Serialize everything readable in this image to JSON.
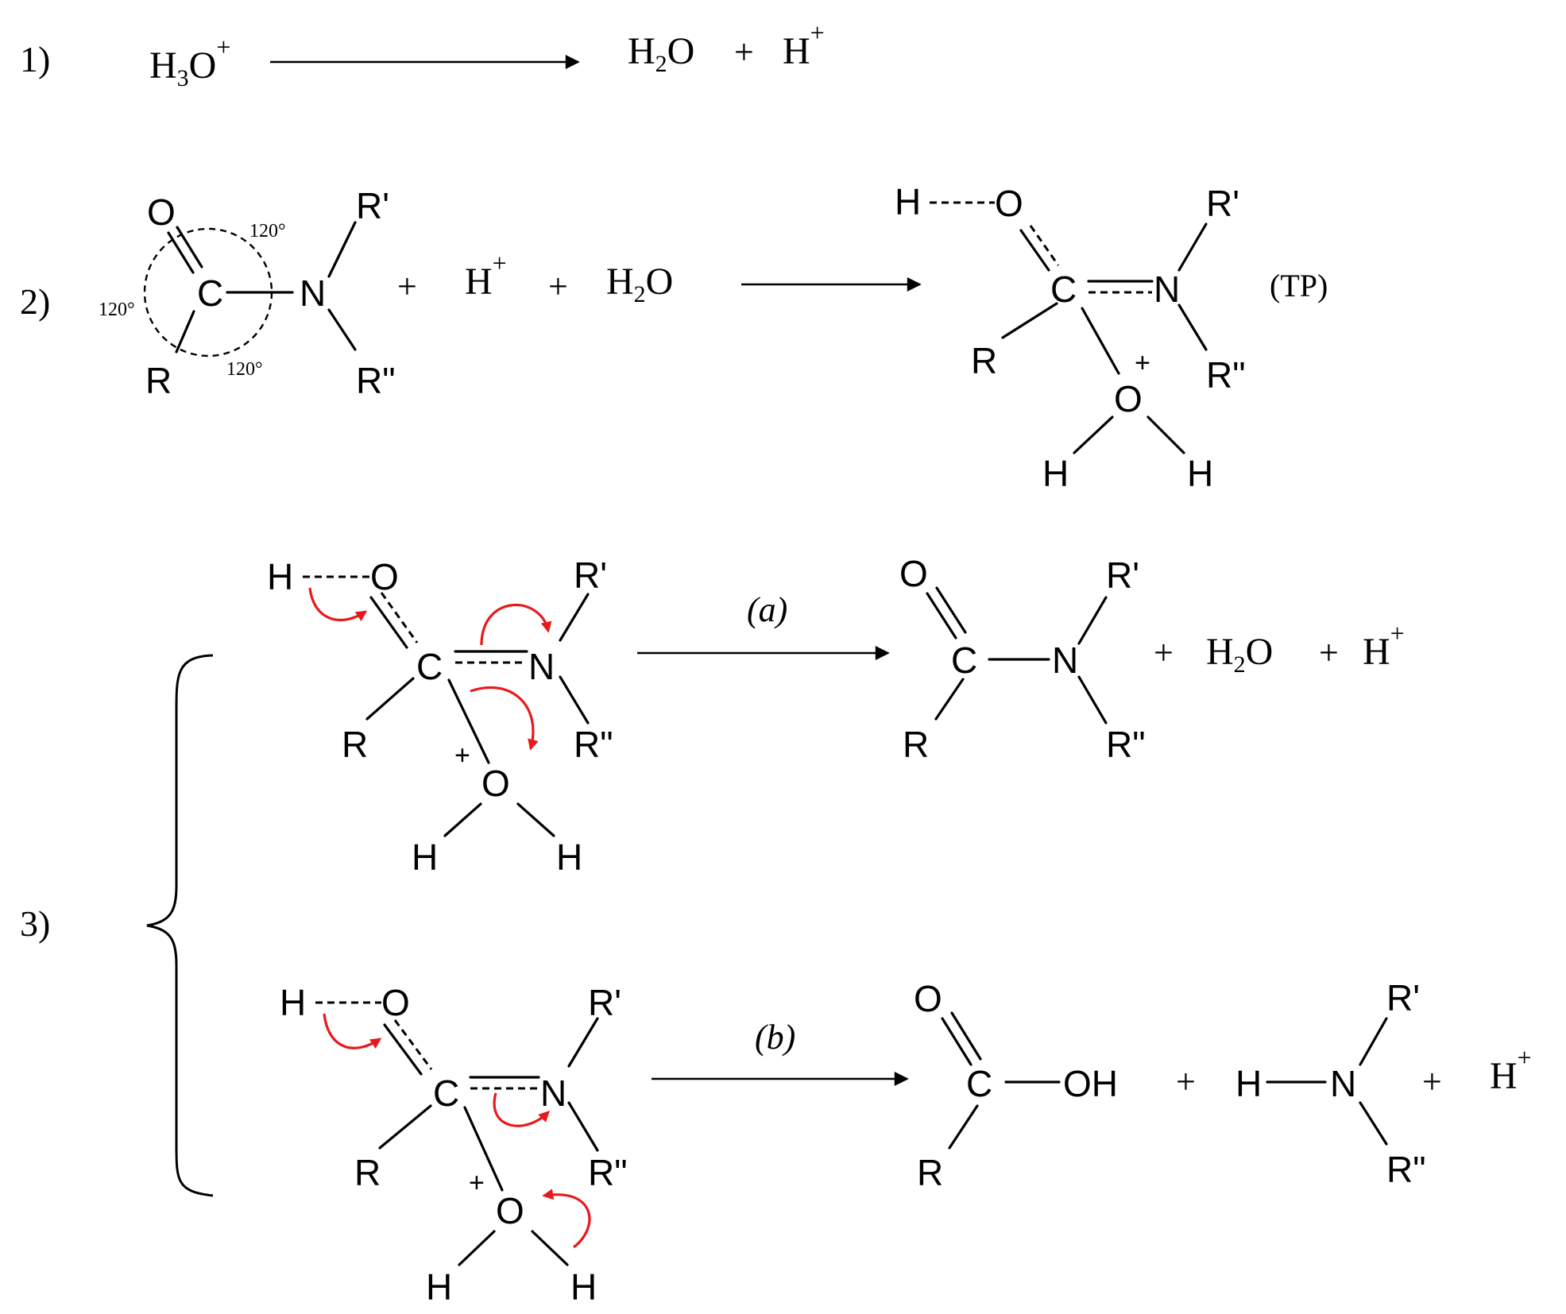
{
  "step_labels": {
    "s1": "1)",
    "s2": "2)",
    "s3": "3)"
  },
  "species": {
    "H3O": "H",
    "sub3": "3",
    "O": "O",
    "plus": "+",
    "H2O_H": "H",
    "sub2": "2",
    "H2O_O": "O",
    "H": "H",
    "C": "C",
    "N": "N",
    "R": "R",
    "Rp": "R'",
    "Rpp": "R\"",
    "OH": "OH",
    "TP": "(TP)"
  },
  "angles": {
    "a1": "120°",
    "a2": "120°",
    "a3": "120°"
  },
  "pathways": {
    "a": "(a)",
    "b": "(b)"
  },
  "colors": {
    "ink": "#000000",
    "arrow_red": "#e8191b"
  }
}
